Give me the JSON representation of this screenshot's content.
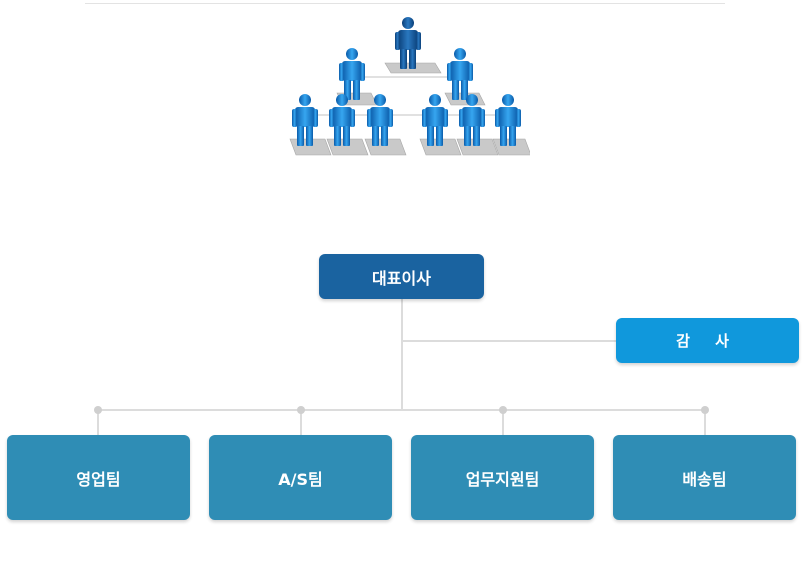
{
  "org_chart": {
    "ceo": "대표이사",
    "auditor": "감 사",
    "teams": [
      "영업팀",
      "A/S팀",
      "업무지원팀",
      "배송팀"
    ],
    "colors": {
      "ceo_box": "#1a63a0",
      "auditor_box": "#1098dc",
      "team_box": "#2f8db5",
      "connector": "#dcdcdc",
      "people_figures": "#1e90e0"
    }
  },
  "illustration": {
    "icon": "people-hierarchy-icon"
  }
}
